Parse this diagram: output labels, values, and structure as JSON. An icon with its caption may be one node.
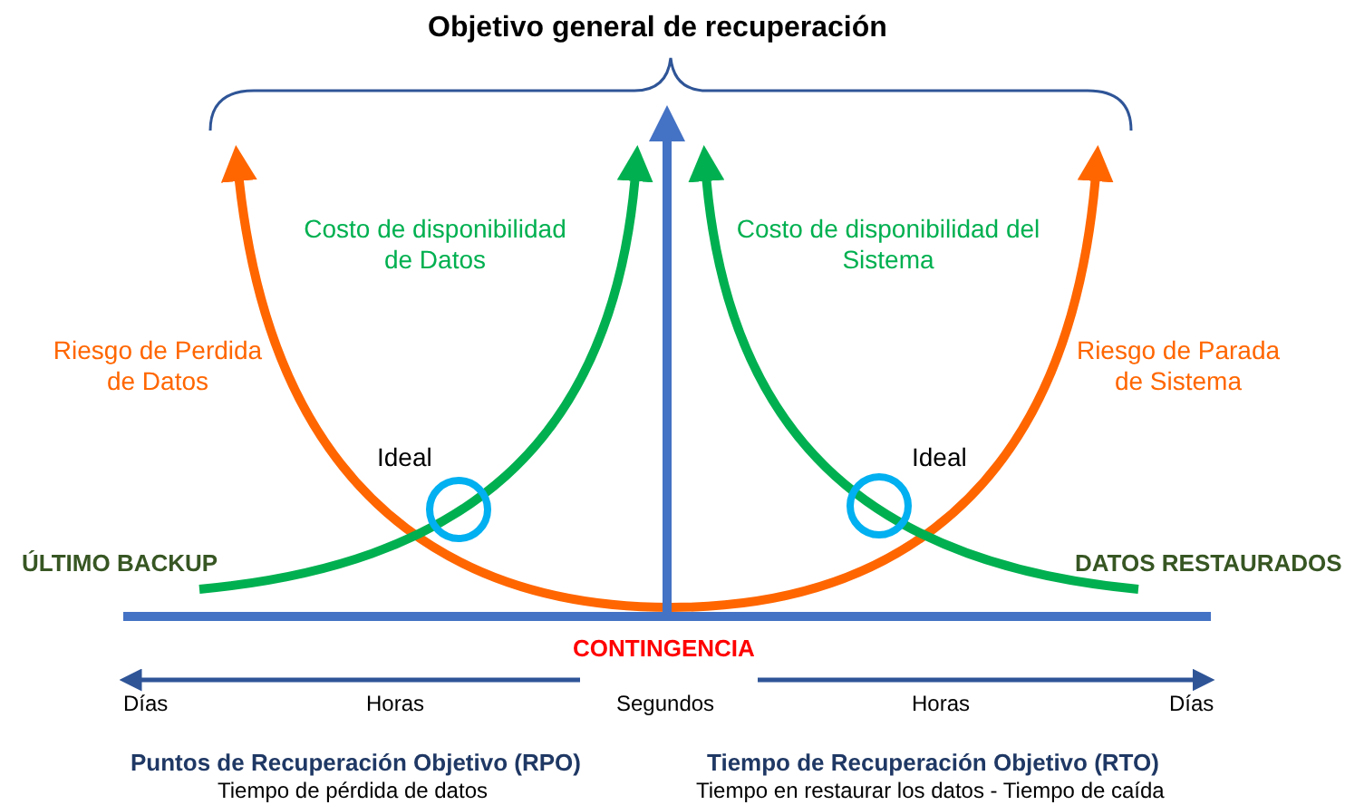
{
  "diagram": {
    "title": "Objetivo general de recuperación",
    "labels": [
      "Costo de disponibilidad de Datos",
      "Costo de disponibilidad del Sistema",
      "Riesgo de Perdida de Datos",
      "Riesgo de Parada de Sistema",
      "Ideal",
      "Ideal",
      "ÚLTIMO BACKUP",
      "DATOS RESTAURADOS",
      "CONTINGENCIA",
      "Días",
      "Horas",
      "Segundos",
      "Horas",
      "Días",
      "Puntos de Recuperación Objetivo (RPO)",
      "Tiempo de pérdida de datos",
      "Tiempo de Recuperación Objetivo (RTO)",
      "Tiempo en restaurar los datos - Tiempo de caída"
    ]
  }
}
